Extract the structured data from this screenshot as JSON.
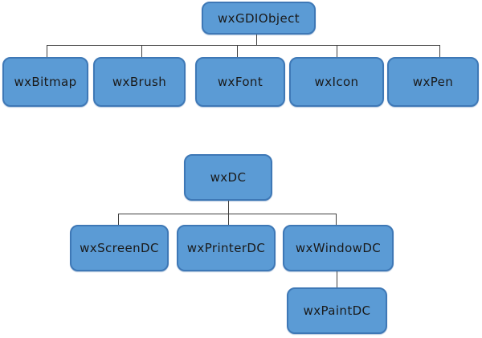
{
  "diagram": {
    "description": "wxWidgets GDI class hierarchy diagram",
    "colors": {
      "background": "#ffffff",
      "node_fill": "#5b9bd5",
      "node_border": "#3e78b6",
      "connector": "#404040",
      "text": "#1a1a1a"
    },
    "nodes": {
      "gdiobject": {
        "label": "wxGDIObject"
      },
      "bitmap": {
        "label": "wxBitmap"
      },
      "brush": {
        "label": "wxBrush"
      },
      "font": {
        "label": "wxFont"
      },
      "icon": {
        "label": "wxIcon"
      },
      "pen": {
        "label": "wxPen"
      },
      "dc": {
        "label": "wxDC"
      },
      "screendc": {
        "label": "wxScreenDC"
      },
      "printerdc": {
        "label": "wxPrinterDC"
      },
      "windowdc": {
        "label": "wxWindowDC"
      },
      "paintdc": {
        "label": "wxPaintDC"
      }
    },
    "hierarchy": [
      {
        "root": "wxGDIObject",
        "children": [
          "wxBitmap",
          "wxBrush",
          "wxFont",
          "wxIcon",
          "wxPen"
        ]
      },
      {
        "root": "wxDC",
        "children": [
          "wxScreenDC",
          "wxPrinterDC",
          "wxWindowDC"
        ]
      },
      {
        "root": "wxWindowDC",
        "children": [
          "wxPaintDC"
        ]
      }
    ]
  }
}
